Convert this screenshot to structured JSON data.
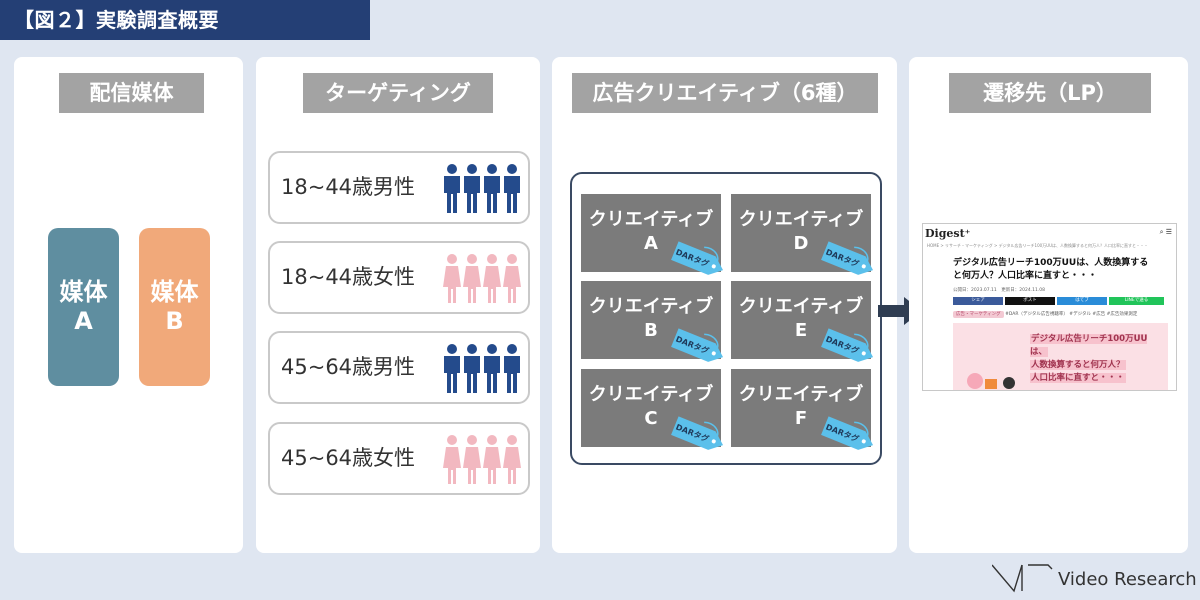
{
  "figure_title": "【図２】実験調査概要",
  "panels": {
    "media": {
      "header": "配信媒体",
      "items": [
        {
          "label": "媒体\nA",
          "color": "#5f8ea0"
        },
        {
          "label": "媒体\nB",
          "color": "#f1a97a"
        }
      ]
    },
    "targeting": {
      "header": "ターゲティング",
      "items": [
        {
          "label": "18~44歳男性",
          "icon": "male-people-icon",
          "color": "#244b8c"
        },
        {
          "label": "18~44歳女性",
          "icon": "female-people-icon",
          "color": "#f2b8c0"
        },
        {
          "label": "45~64歳男性",
          "icon": "male-people-icon",
          "color": "#244b8c"
        },
        {
          "label": "45~64歳女性",
          "icon": "female-people-icon",
          "color": "#f2b8c0"
        }
      ]
    },
    "creatives": {
      "header": "広告クリエイティブ（6種）",
      "tag_label": "DARタグ",
      "tag_color": "#5bc0eb",
      "items": [
        {
          "line1": "クリエイティブ",
          "line2": "A"
        },
        {
          "line1": "クリエイティブ",
          "line2": "D"
        },
        {
          "line1": "クリエイティブ",
          "line2": "B"
        },
        {
          "line1": "クリエイティブ",
          "line2": "E"
        },
        {
          "line1": "クリエイティブ",
          "line2": "C"
        },
        {
          "line1": "クリエイティブ",
          "line2": "F"
        }
      ]
    },
    "landing": {
      "header": "遷移先（LP）",
      "screenshot": {
        "logo": "Digest⁺",
        "breadcrumb": "HOME > リサーチ・マーケティング > デジタル広告リーチ100万UUは、人数換算すると何万人？人口比率に直すと・・・",
        "headline": "デジタル広告リーチ100万UUは、人数換算すると何万人？人口比率に直すと・・・",
        "dates": "公開日：2023.07.11　更新日：2024.11.08",
        "share_buttons": [
          "シェア",
          "ポスト",
          "はてブ",
          "LINEで送る"
        ],
        "tags": [
          "広告・マーケティング",
          "#DAR（デジタル広告視聴率）",
          "#デジタル",
          "#広告",
          "#広告効果測定"
        ],
        "hero_lines": [
          "デジタル広告リーチ100万UUは、",
          "人数換算すると何万人？",
          "人口比率に直すと・・・"
        ]
      }
    }
  },
  "brand": {
    "name": "VideoResearch",
    "display": "Video Research"
  }
}
